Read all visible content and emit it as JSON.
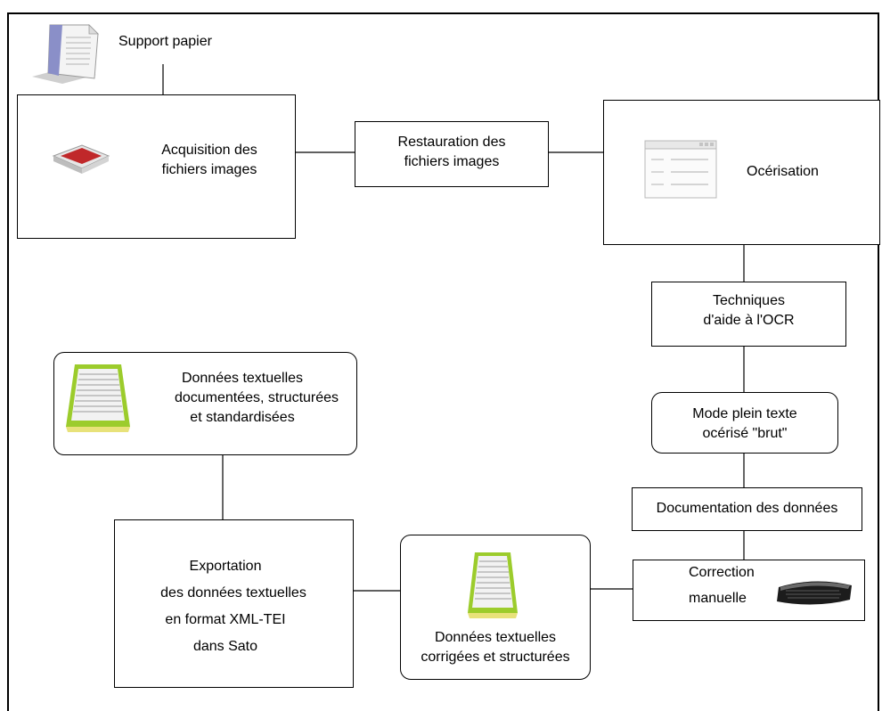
{
  "nodes": {
    "support": {
      "lines": [
        "Support papier"
      ]
    },
    "acquisition": {
      "lines": [
        "Acquisition des",
        "fichiers images"
      ]
    },
    "restauration": {
      "lines": [
        "Restauration des",
        "fichiers images"
      ]
    },
    "ocerisation": {
      "lines": [
        "Océrisation"
      ]
    },
    "techniques": {
      "lines": [
        "Techniques",
        "d'aide à l'OCR"
      ]
    },
    "mode": {
      "lines": [
        "Mode plein texte",
        "océrisé \"brut\""
      ]
    },
    "documentation": {
      "lines": [
        "Documentation des données"
      ]
    },
    "correction": {
      "lines": [
        "Correction",
        "manuelle"
      ]
    },
    "corrigees": {
      "lines": [
        "Données textuelles",
        "corrigées et  structurées"
      ]
    },
    "exportation": {
      "lines": [
        "Exportation",
        "des données  textuelles",
        "en format XML-TEI",
        "dans Sato"
      ]
    },
    "standardisees": {
      "lines": [
        "Données textuelles",
        "documentées, structurées",
        "et standardisées"
      ]
    }
  },
  "icons": {
    "support": "paper-document-icon",
    "acquisition": "scanner-icon",
    "ocerisation": "window-text-icon",
    "correction": "keyboard-icon",
    "corrigees": "text-page-icon",
    "standardisees": "text-page-icon"
  },
  "colors": {
    "line": "#000000",
    "page_green": "#9ccc2c",
    "page_gold": "#e8e27a",
    "scanner_red": "#c0282a",
    "document_blue": "#8a8fc8"
  }
}
